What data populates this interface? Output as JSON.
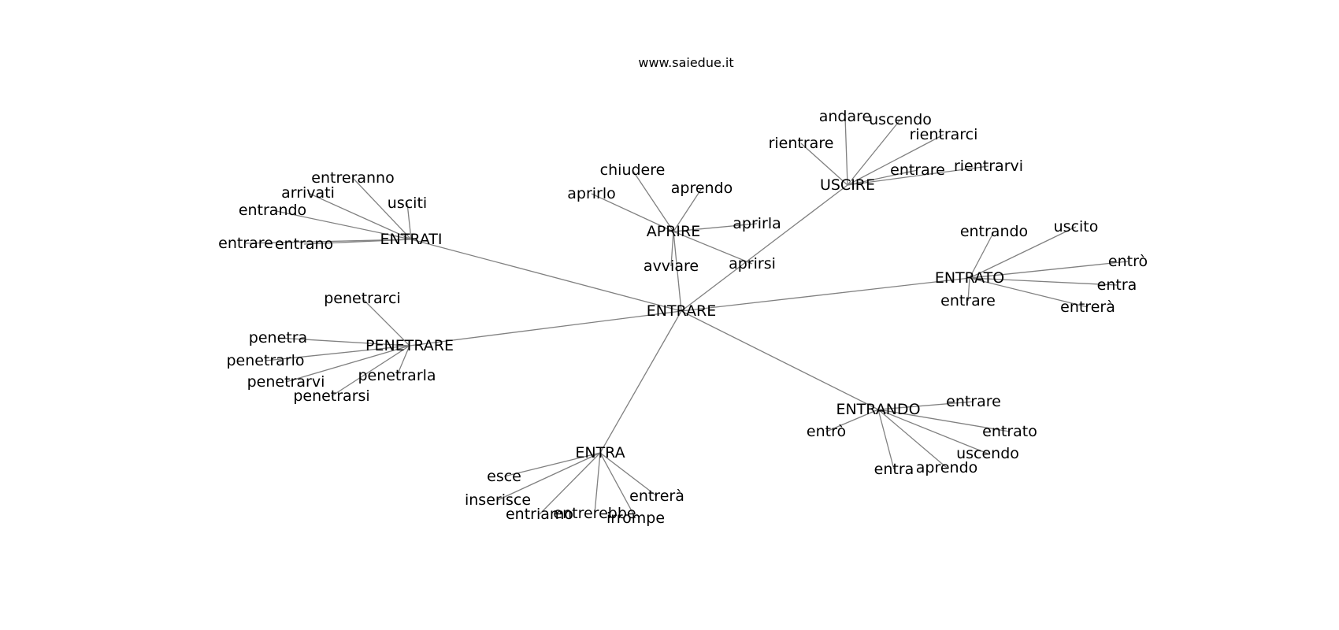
{
  "source_label": "www.saiedue.it",
  "root": "ENTRARE",
  "groups": [
    {
      "hub": "ENTRATI",
      "leaves": [
        "entreranno",
        "arrivati",
        "usciti",
        "entrando",
        "entrare",
        "entrano"
      ]
    },
    {
      "hub": "APRIRE",
      "leaves": [
        "chiudere",
        "aprendo",
        "aprirlo",
        "aprirla",
        "avviare",
        "aprirsi"
      ]
    },
    {
      "hub": "USCIRE",
      "leaves": [
        "andare",
        "uscendo",
        "rientrarci",
        "rientrare",
        "entrare",
        "rientrarvi"
      ]
    },
    {
      "hub": "ENTRATO",
      "leaves": [
        "entrando",
        "uscito",
        "entrò",
        "entra",
        "entrare",
        "entrerà"
      ]
    },
    {
      "hub": "PENETRARE",
      "leaves": [
        "penetrarci",
        "penetra",
        "penetrarlo",
        "penetrarla",
        "penetrarvi",
        "penetrarsi"
      ]
    },
    {
      "hub": "ENTRANDO",
      "leaves": [
        "entrare",
        "entrò",
        "entrato",
        "uscendo",
        "entra",
        "aprendo"
      ]
    },
    {
      "hub": "ENTRA",
      "leaves": [
        "esce",
        "inserisce",
        "entrerà",
        "entriamo",
        "entrerebbe",
        "irrompe"
      ]
    }
  ]
}
